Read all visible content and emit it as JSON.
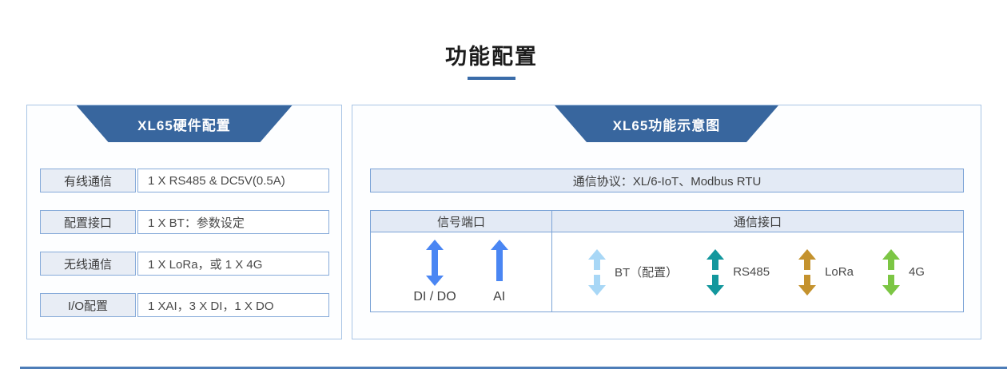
{
  "page": {
    "title": "功能配置"
  },
  "hardware_panel": {
    "header": "XL65硬件配置",
    "rows": [
      {
        "label": "有线通信",
        "value": "1 X RS485 & DC5V(0.5A)"
      },
      {
        "label": "配置接口",
        "value": "1 X BT：参数设定"
      },
      {
        "label": "无线通信",
        "value": "1 X LoRa，或 1 X 4G"
      },
      {
        "label": "I/O配置",
        "value": "1 XAI，3 X DI，1 X DO"
      }
    ]
  },
  "diagram_panel": {
    "header": "XL65功能示意图",
    "protocol_bar": "通信协议：XL/6-IoT、Modbus RTU",
    "columns": {
      "signal": "信号端口",
      "comm": "通信接口"
    },
    "signal_ports": [
      {
        "label": "DI / DO",
        "arrow": "double-arrow",
        "color": "#4a86f3"
      },
      {
        "label": "AI",
        "arrow": "up-arrow",
        "color": "#4a86f3"
      }
    ],
    "comm_interfaces": [
      {
        "label": "BT（配置）",
        "arrow": "split-double-arrow",
        "color": "#a8d7f6"
      },
      {
        "label": "RS485",
        "arrow": "split-double-arrow",
        "color": "#13979d"
      },
      {
        "label": "LoRa",
        "arrow": "split-double-arrow",
        "color": "#c4922e"
      },
      {
        "label": "4G",
        "arrow": "split-double-arrow",
        "color": "#7cc644"
      }
    ]
  },
  "colors": {
    "header_trapezoid": "#38669e",
    "title_underline": "#3a6ca9",
    "panel_border": "#a9c5e5",
    "box_border": "#86aad9",
    "light_fill": "#e6ecf5",
    "bottom_line": "#4d7db8"
  }
}
